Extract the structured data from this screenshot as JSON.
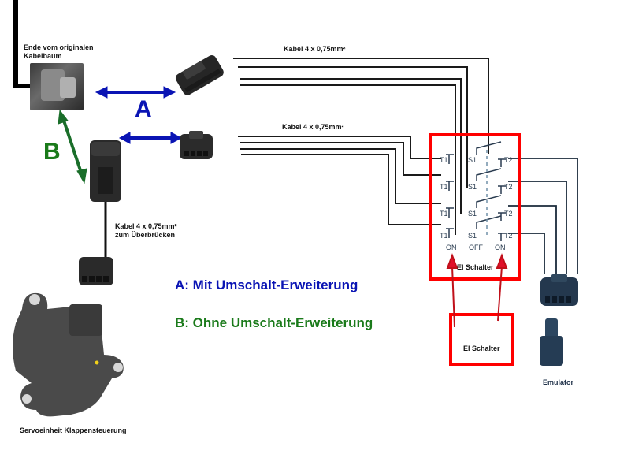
{
  "labels": {
    "harness_end": [
      "Ende vom originalen",
      "Kabelbaum"
    ],
    "cable_top": "Kabel 4 x 0,75mm²",
    "cable_middle": "Kabel 4 x 0,75mm²",
    "cable_bridge": [
      "Kabel 4 x 0,75mm²",
      "zum Überbrücken"
    ],
    "servo": "Servoeinheit Klappensteuerung",
    "emulator": "Emulator"
  },
  "arrows": {
    "a_letter": "A",
    "b_letter": "B"
  },
  "legend": {
    "a": "A: Mit Umschalt-Erweiterung",
    "b": "B: Ohne Umschalt-Erweiterung"
  },
  "switch": {
    "rows": [
      {
        "left": "T1",
        "mid": "S1",
        "right": "T2"
      },
      {
        "left": "T1",
        "mid": "S1",
        "right": "T2"
      },
      {
        "left": "T1",
        "mid": "S1",
        "right": "T2"
      },
      {
        "left": "T1",
        "mid": "S1",
        "right": "T2"
      }
    ],
    "positions": [
      "ON",
      "OFF",
      "ON"
    ],
    "title": "El Schalter",
    "external_label": "El Schalter"
  },
  "colors": {
    "blue_arrow": "#0a14b4",
    "green_arrow": "#1a6e2a",
    "highlight_red": "#ff0000",
    "panel_blue": "#a8d1f1",
    "wire": "#1a2a3a"
  }
}
